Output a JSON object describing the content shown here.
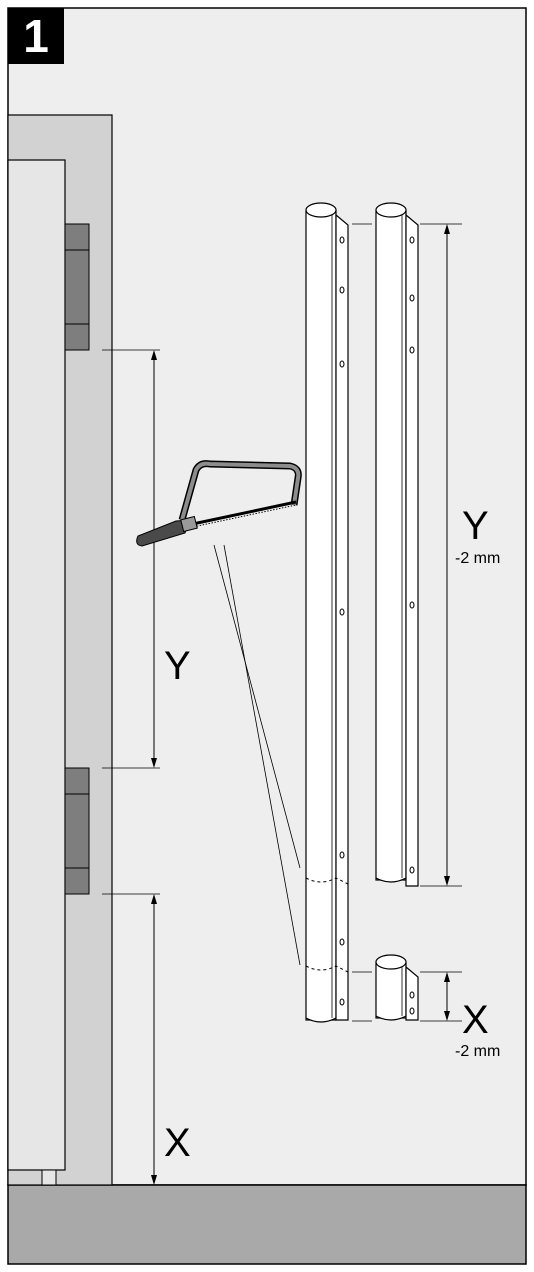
{
  "step": {
    "number": "1"
  },
  "labels": {
    "door_gap_y": "Y",
    "door_gap_x": "X",
    "profile_y": "Y",
    "profile_y_offset": "-2 mm",
    "profile_x": "X",
    "profile_x_offset": "-2 mm"
  },
  "colors": {
    "wall": "#eeeeee",
    "frame": "#d2d2d2",
    "door": "#e6e6e6",
    "hinge": "#7e7e7e",
    "floor": "#a9a9a9",
    "line": "#000000",
    "profile": "#ffffff"
  },
  "icons": [
    "hacksaw-icon"
  ]
}
